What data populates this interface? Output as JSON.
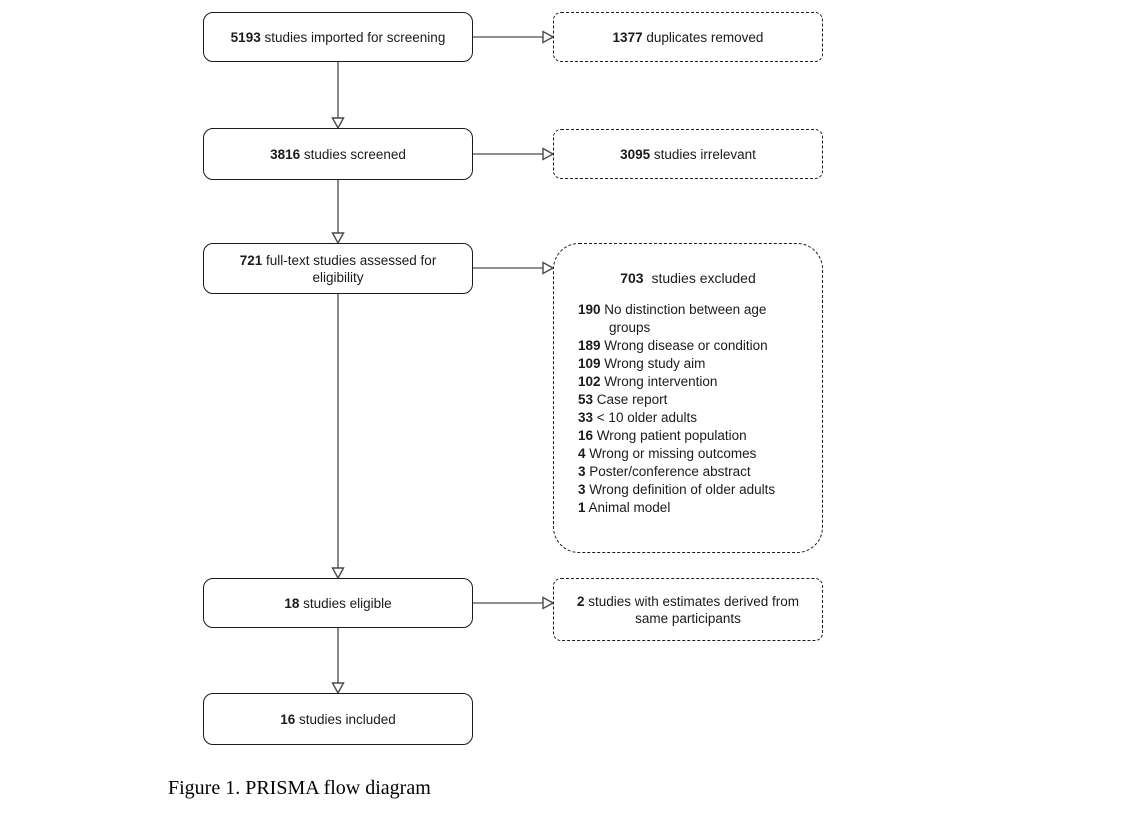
{
  "figure": {
    "caption": "Figure 1. PRISMA flow diagram"
  },
  "flow": {
    "imported": {
      "number": "5193",
      "label": "studies imported for screening"
    },
    "duplicates": {
      "number": "1377",
      "label": "duplicates removed"
    },
    "screened": {
      "number": "3816",
      "label": "studies screened"
    },
    "irrelevant": {
      "number": "3095",
      "label": "studies irrelevant"
    },
    "fulltext": {
      "number": "721",
      "label": "full-text studies assessed for eligibility"
    },
    "excluded": {
      "number": "703",
      "label": "studies excluded",
      "reasons": [
        {
          "number": "190",
          "label": "No distinction between age groups"
        },
        {
          "number": "189",
          "label": "Wrong disease or condition"
        },
        {
          "number": "109",
          "label": "Wrong study aim"
        },
        {
          "number": "102",
          "label": "Wrong intervention"
        },
        {
          "number": "53",
          "label": "Case report"
        },
        {
          "number": "33",
          "label": "< 10 older adults"
        },
        {
          "number": "16",
          "label": "Wrong patient population"
        },
        {
          "number": "4",
          "label": "Wrong or missing outcomes"
        },
        {
          "number": "3",
          "label": "Poster/conference abstract"
        },
        {
          "number": "3",
          "label": "Wrong definition of older adults"
        },
        {
          "number": "1",
          "label": "Animal model"
        }
      ]
    },
    "eligible": {
      "number": "18",
      "label": "studies eligible"
    },
    "same_participants": {
      "number": "2",
      "label": "studies with estimates derived from same participants"
    },
    "included": {
      "number": "16",
      "label": "studies included"
    }
  },
  "colors": {
    "background": "#ffffff",
    "box_border": "#1a1a1a",
    "arrow_line": "#6b6b6b",
    "text": "#1b1b1b"
  }
}
